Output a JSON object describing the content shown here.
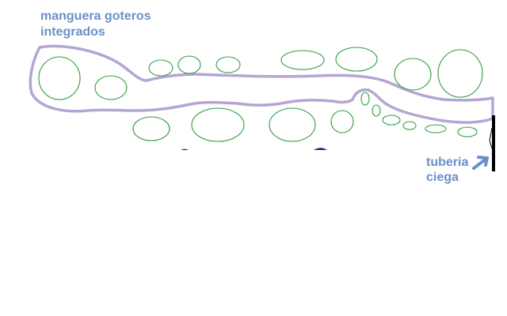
{
  "labels": {
    "hose_line1": "manguera goteros",
    "hose_line2": "integrados",
    "pipe_line1": "tuberia",
    "pipe_line2": "ciega"
  },
  "colors": {
    "label_text": "#6b8fc9",
    "hose_outline": "#b3a6d3",
    "plant_outline": "#2e9e3e",
    "pipe": "#000000",
    "arrow": "#6b8fc9",
    "marks": "#2a3a8a"
  }
}
